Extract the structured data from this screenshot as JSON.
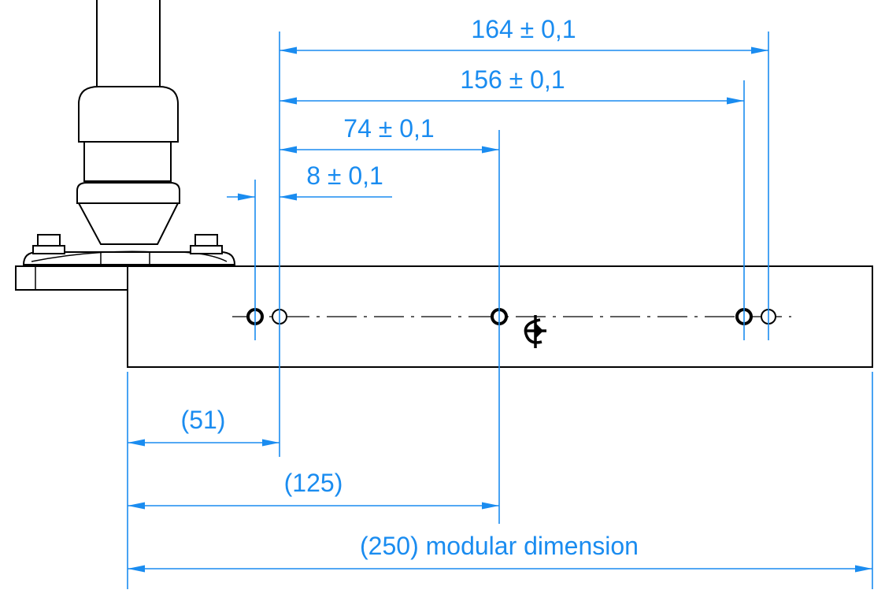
{
  "colors": {
    "dimension": "#1a8cf0",
    "outline": "#000000",
    "background": "#ffffff"
  },
  "dimensions": {
    "d164": "164 ± 0,1",
    "d156": "156 ± 0,1",
    "d74": "74 ± 0,1",
    "d8": "8 ± 0,1",
    "d51": "(51)",
    "d125": "(125)",
    "d250": "(250) modular dimension"
  },
  "symbols": {
    "center_mark": "center-of-gravity-symbol"
  }
}
